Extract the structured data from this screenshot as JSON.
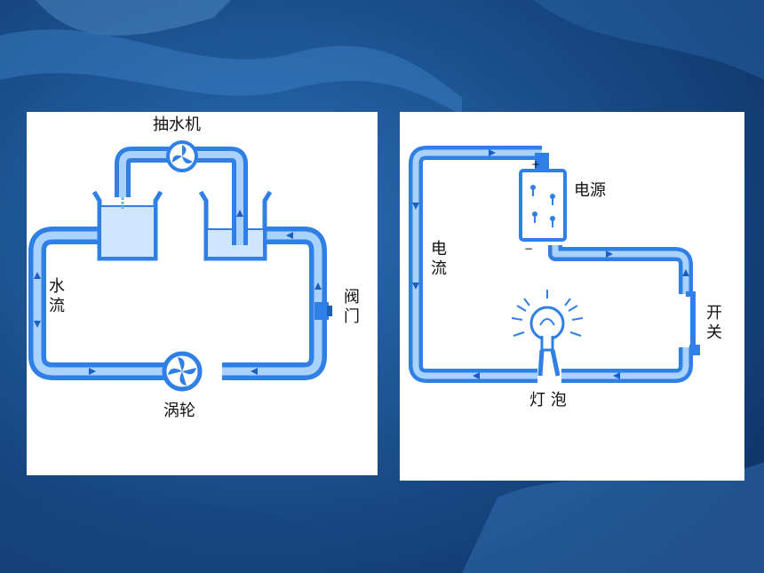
{
  "water_diagram": {
    "pump_label": "抽水机",
    "water_flow_label": "水流",
    "valve_label": "阀门",
    "turbine_label": "涡轮"
  },
  "circuit_diagram": {
    "power_source_label": "电源",
    "current_label": "电流",
    "switch_label": "开关",
    "bulb_label": "灯 泡"
  },
  "colors": {
    "background": "#1a4f8c",
    "pipe_blue": "#2f7fe6",
    "pipe_light": "#a9d2ff",
    "water_fill": "#cfe6ff",
    "ink": "#111111"
  }
}
